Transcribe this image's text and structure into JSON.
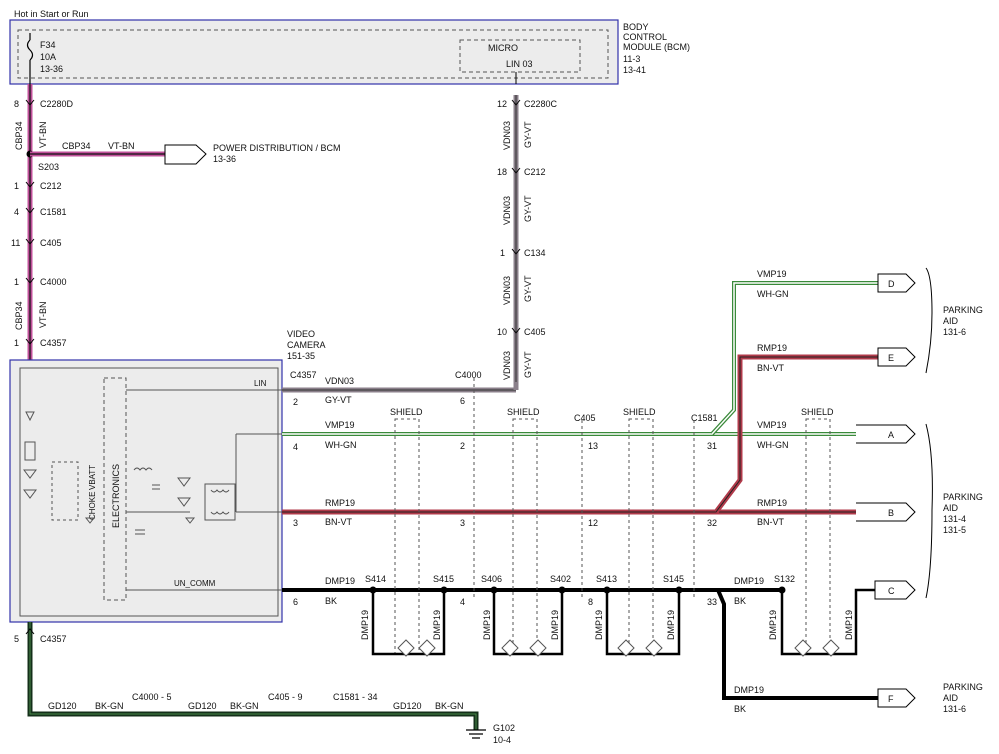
{
  "colors": {
    "vt_bn": "#c0509a",
    "gy_vt": "#8a7f8a",
    "wh_gn": "#3a8a3a",
    "bn_vt": "#b03a4a",
    "bk": "#000000",
    "bk_gn": "#14301a",
    "module_outline": "#3333aa",
    "module_fill": "#ececec"
  },
  "power_label": "Hot in Start or Run",
  "bcm": {
    "title_line1": "BODY",
    "title_line2": "CONTROL",
    "title_line3": "MODULE (BCM)",
    "ref1": "11-3",
    "ref2": "13-41",
    "fuse_id": "F34",
    "fuse_rating": "10A",
    "fuse_ref": "13-36",
    "micro_label": "MICRO",
    "lin_label": "LIN 03"
  },
  "left_feed": {
    "pin_8": "8",
    "conn_c2280d": "C2280D",
    "circuit": "CBP34",
    "color_code": "VT-BN",
    "splice": "S203",
    "branch_circuit": "CBP34",
    "branch_color": "VT-BN",
    "branch_dest_line1": "POWER DISTRIBUTION / BCM",
    "branch_dest_line2": "13-36",
    "pin_c212": "1",
    "conn_c212": "C212",
    "pin_c1581": "4",
    "conn_c1581": "C1581",
    "pin_c405": "11",
    "conn_c405": "C405",
    "pin_c4000": "1",
    "conn_c4000": "C4000",
    "circuit2": "CBP34",
    "color_code2": "VT-BN",
    "pin_c4357": "1",
    "conn_c4357": "C4357"
  },
  "lin_feed": {
    "pin_12": "12",
    "conn_c2280c": "C2280C",
    "circuit": "VDN03",
    "color_code": "GY-VT",
    "pin_c212": "18",
    "conn_c212": "C212",
    "pin_c134": "1",
    "conn_c134": "C134",
    "pin_c405": "10",
    "conn_c405": "C405"
  },
  "camera": {
    "title_line1": "VIDEO",
    "title_line2": "CAMERA",
    "ref": "151-35",
    "conn_label": "C4357",
    "lin_label": "LIN",
    "electronics_label": "ELECTRONICS",
    "vbatt_label": "VBATT",
    "choke_label": "CHOKE",
    "un_comm_label": "UN_COMM"
  },
  "rows": {
    "lin": {
      "pin": "2",
      "circuit": "VDN03",
      "color": "GY-VT",
      "c4000_label": "C4000",
      "c4000_pin": "6"
    },
    "vmp": {
      "pin": "4",
      "circuit": "VMP19",
      "color": "WH-GN",
      "c4000_pin": "2",
      "c405_pin": "13",
      "c1581_pin": "31"
    },
    "rmp": {
      "pin": "3",
      "circuit": "RMP19",
      "color": "BN-VT",
      "c4000_pin": "3",
      "c405_pin": "12",
      "c1581_pin": "32"
    },
    "dmp": {
      "pin": "6",
      "circuit": "DMP19",
      "color": "BK",
      "c4000_pin": "4",
      "c405_pin": "8",
      "c1581_pin": "33"
    }
  },
  "connector_labels": {
    "c405": "C405",
    "c1581": "C1581"
  },
  "shield_label": "SHIELD",
  "splices": [
    "S414",
    "S415",
    "S406",
    "S402",
    "S413",
    "S145",
    "S132"
  ],
  "drain_label": "DMP19",
  "right": {
    "d": {
      "letter": "D",
      "circuit": "VMP19",
      "color": "WH-GN"
    },
    "e": {
      "letter": "E",
      "circuit": "RMP19",
      "color": "BN-VT"
    },
    "a": {
      "letter": "A",
      "circuit": "VMP19",
      "color": "WH-GN"
    },
    "b": {
      "letter": "B",
      "circuit": "RMP19",
      "color": "BN-VT"
    },
    "c": {
      "letter": "C",
      "circuit": "DMP19",
      "color": "BK"
    },
    "f": {
      "letter": "F",
      "circuit": "DMP19",
      "color": "BK"
    }
  },
  "parking_aid_top": {
    "line1": "PARKING",
    "line2": "AID",
    "ref": "131-6"
  },
  "parking_aid_mid": {
    "line1": "PARKING",
    "line2": "AID",
    "ref1": "131-4",
    "ref2": "131-5"
  },
  "parking_aid_bot": {
    "line1": "PARKING",
    "line2": "AID",
    "ref": "131-6"
  },
  "ground": {
    "pin": "5",
    "conn": "C4357",
    "circuit": "GD120",
    "color": "BK-GN",
    "inline1": "C4000 - 5",
    "inline2": "C405 - 9",
    "inline3": "C1581 - 34",
    "ground_id": "G102",
    "ground_ref": "10-4"
  }
}
